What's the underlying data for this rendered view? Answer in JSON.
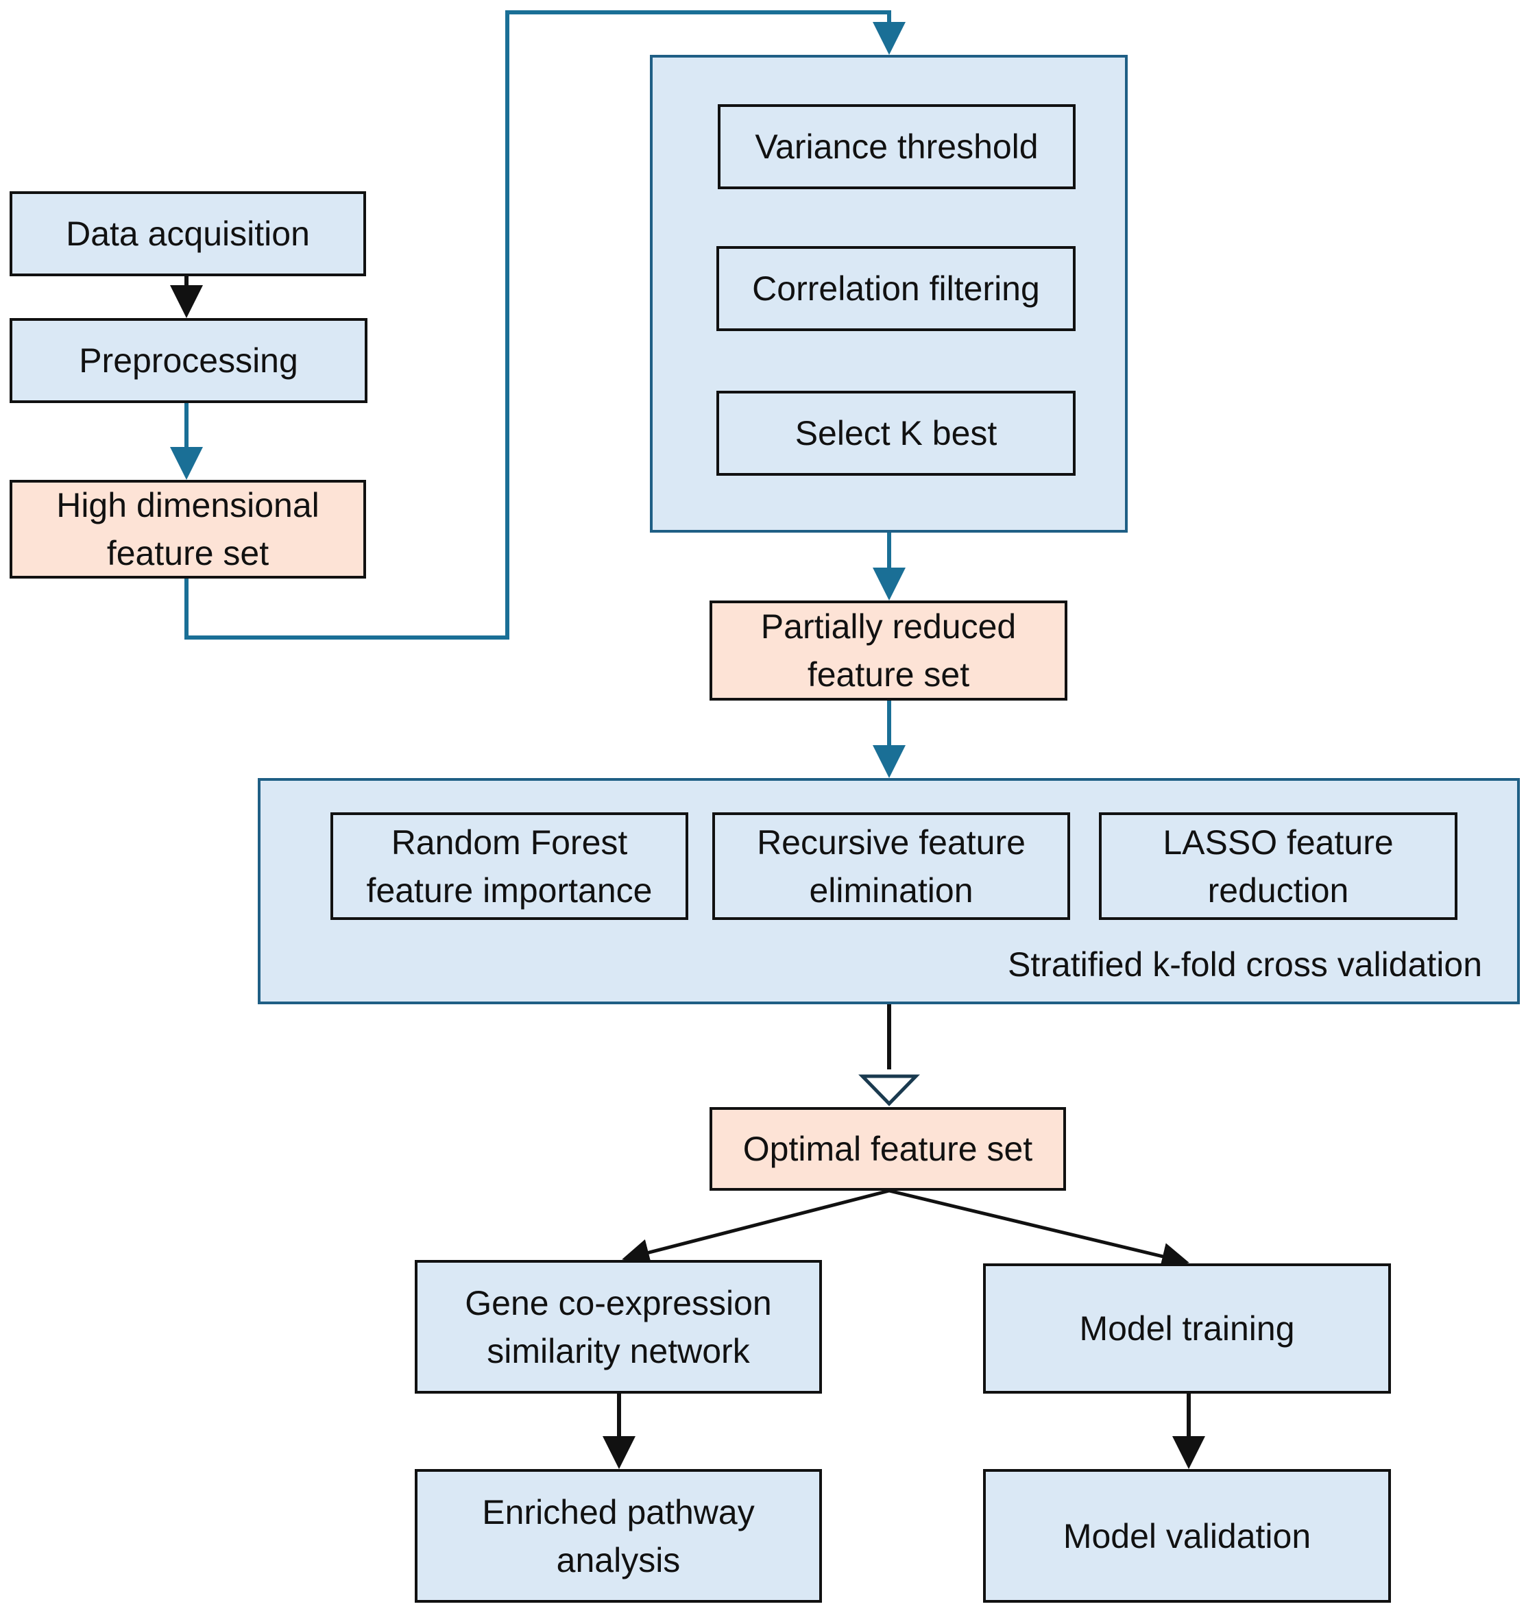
{
  "nodes": {
    "data_acquisition": "Data acquisition",
    "preprocessing": "Preprocessing",
    "high_dim": "High dimensional\nfeature set",
    "variance": "Variance threshold",
    "correlation": "Correlation filtering",
    "select_k": "Select K best",
    "partial": "Partially reduced\nfeature set",
    "random_forest": "Random Forest\nfeature importance",
    "rfe": "Recursive feature\nelimination",
    "lasso": "LASSO feature\nreduction",
    "cv_label": "Stratified k-fold cross validation",
    "optimal": "Optimal feature set",
    "gene_network": "Gene co-expression\nsimilarity network",
    "pathway": "Enriched pathway\nanalysis",
    "model_training": "Model training",
    "model_validation": "Model validation"
  },
  "colors": {
    "process_fill": "#dae8f5",
    "feature_set_fill": "#fde3d6",
    "flow_arrow": "#1a6f96",
    "dark_arrow": "#111111"
  }
}
